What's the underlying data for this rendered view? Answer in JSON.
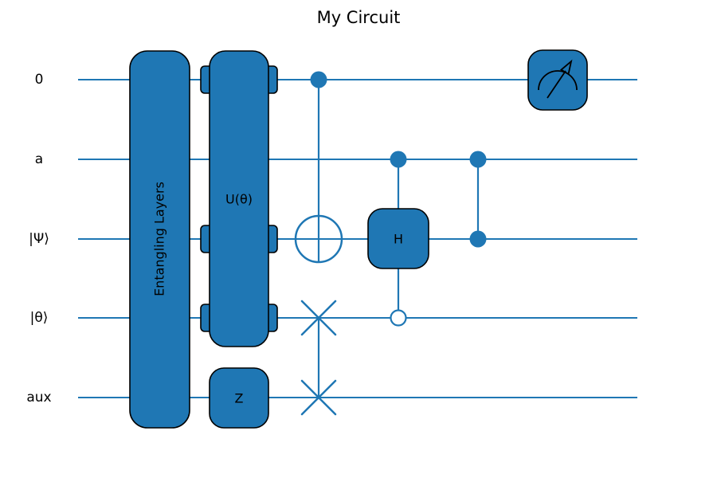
{
  "title": "My Circuit",
  "colors": {
    "wire": "#1f77b4",
    "gate_fill": "#1f77b4",
    "gate_edge": "#000000",
    "text": "#000000",
    "background": "#ffffff"
  },
  "wires": [
    {
      "label": "0"
    },
    {
      "label": "a"
    },
    {
      "label": "|Ψ⟩"
    },
    {
      "label": "|θ⟩"
    },
    {
      "label": "aux"
    }
  ],
  "gates": {
    "entangling": {
      "label": "Entangling Layers",
      "wires": [
        "0",
        "a",
        "|Ψ⟩",
        "|θ⟩",
        "aux"
      ],
      "type": "multi-wire-box"
    },
    "u_theta": {
      "label": "U(θ)",
      "wires": [
        "0",
        "|Ψ⟩",
        "|θ⟩"
      ],
      "type": "multi-wire-box-with-notches"
    },
    "z": {
      "label": "Z",
      "wires": [
        "aux"
      ],
      "type": "box"
    },
    "cnot": {
      "type": "cnot",
      "control": "0",
      "target": "|Ψ⟩"
    },
    "swap": {
      "type": "swap",
      "wires": [
        "|θ⟩",
        "aux"
      ]
    },
    "controlled_h": {
      "label": "H",
      "type": "controlled-box",
      "target": "|Ψ⟩",
      "filled_control": "a",
      "open_control": "|θ⟩"
    },
    "cz": {
      "type": "cz",
      "wires": [
        "a",
        "|Ψ⟩"
      ]
    },
    "measurement": {
      "type": "measure",
      "wire": "0"
    }
  }
}
